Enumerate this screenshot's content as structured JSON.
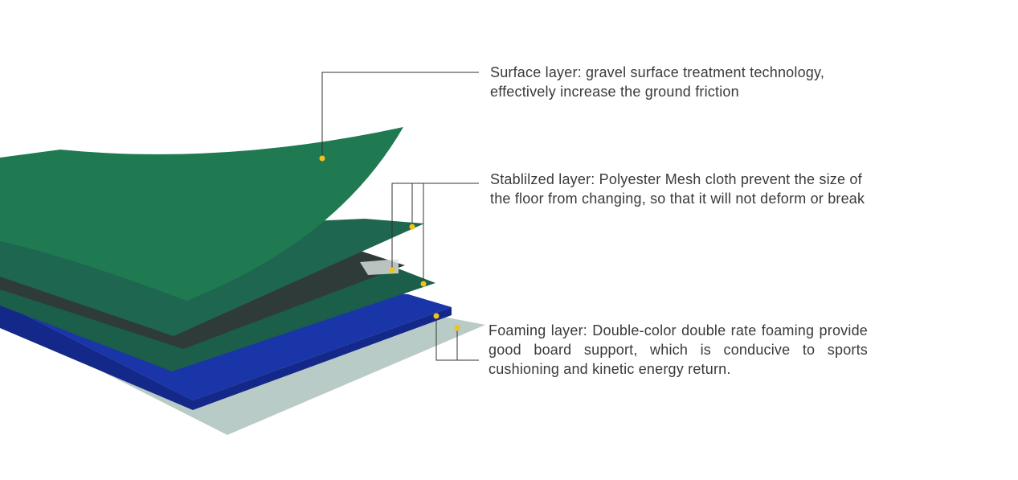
{
  "layers": [
    {
      "id": "surface",
      "text": "Surface layer: gravel surface treatment technology, effectively increase the ground friction",
      "color": "#1f7a52"
    },
    {
      "id": "stabilized",
      "text": "Stablilzed layer: Polyester Mesh cloth prevent the size of the floor from changing, so that it will not deform  or break",
      "color": "#1b5e49"
    },
    {
      "id": "foaming",
      "text": "Foaming layer: Double-color double rate foaming provide good board support, which is conducive to sports cushioning and kinetic energy return.",
      "color": "#1a35a8"
    }
  ],
  "colors": {
    "surface_green": "#1f7a52",
    "dark_green": "#1b5e49",
    "mesh": "#2f3b38",
    "blue": "#1a35a8",
    "base_gray": "#b9cbc6",
    "leader_line": "#333333",
    "marker_dot": "#f2c21a"
  }
}
